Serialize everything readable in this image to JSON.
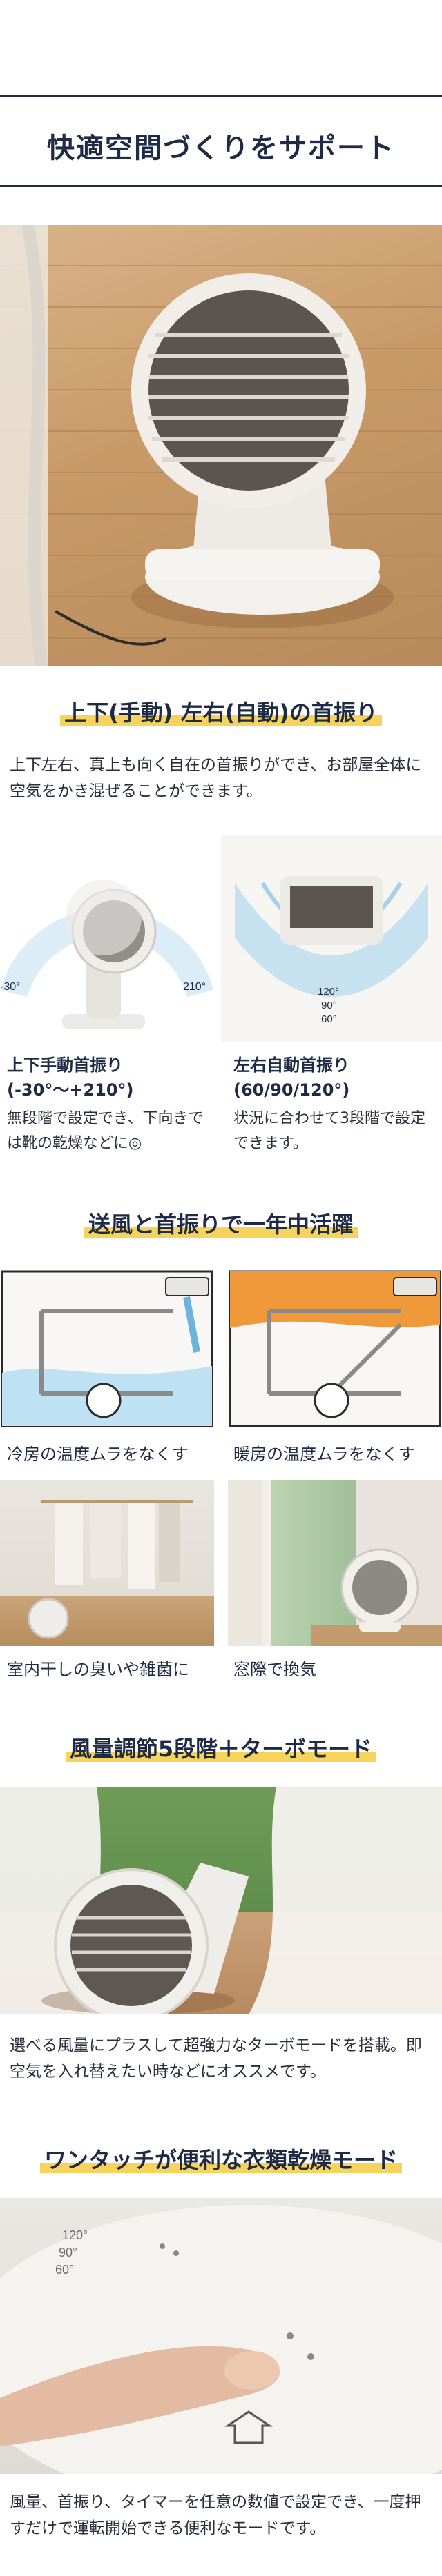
{
  "banner": {
    "title": "快適空間づくりをサポート"
  },
  "swing": {
    "heading": "上下(手動) 左右(自動)の首振り",
    "body": "上下左右、真上も向く自在の首振りができ、お部屋全体に空気をかき混ぜることができます。",
    "left": {
      "deg_a": "-30°",
      "deg_b": "210°",
      "title": "上下手動首振り",
      "range": "(-30°～+210°)",
      "desc": "無段階で設定でき、下向きでは靴の乾燥などに◎"
    },
    "right": {
      "deg_120": "120°",
      "deg_90": "90°",
      "deg_60": "60°",
      "title": "左右自動首振り",
      "range": "(60/90/120°)",
      "desc": "状況に合わせて3段階で設定できます。"
    }
  },
  "yearround": {
    "heading": "送風と首振りで一年中活躍",
    "cool": "冷房の温度ムラをなくす",
    "warm": "暖房の温度ムラをなくす",
    "laundry": "室内干しの臭いや雑菌に",
    "window": "窓際で換気"
  },
  "airflow": {
    "heading": "風量調節5段階＋ターボモード",
    "body": "選べる風量にプラスして超強力なターボモードを搭載。即空気を入れ替えたい時などにオススメです。"
  },
  "drying": {
    "heading": "ワンタッチが便利な衣類乾燥モード",
    "panel_120": "120°",
    "panel_90": "90°",
    "panel_60": "60°",
    "body": "風量、首振り、タイマーを任意の数値で設定でき、一度押すだけで運転開始できる便利なモードです。"
  },
  "colors": {
    "navy": "#1f2a44",
    "highlight": "#f6d35a",
    "cool_blue": "#4aa3d8",
    "warm_orange": "#f0993a"
  }
}
